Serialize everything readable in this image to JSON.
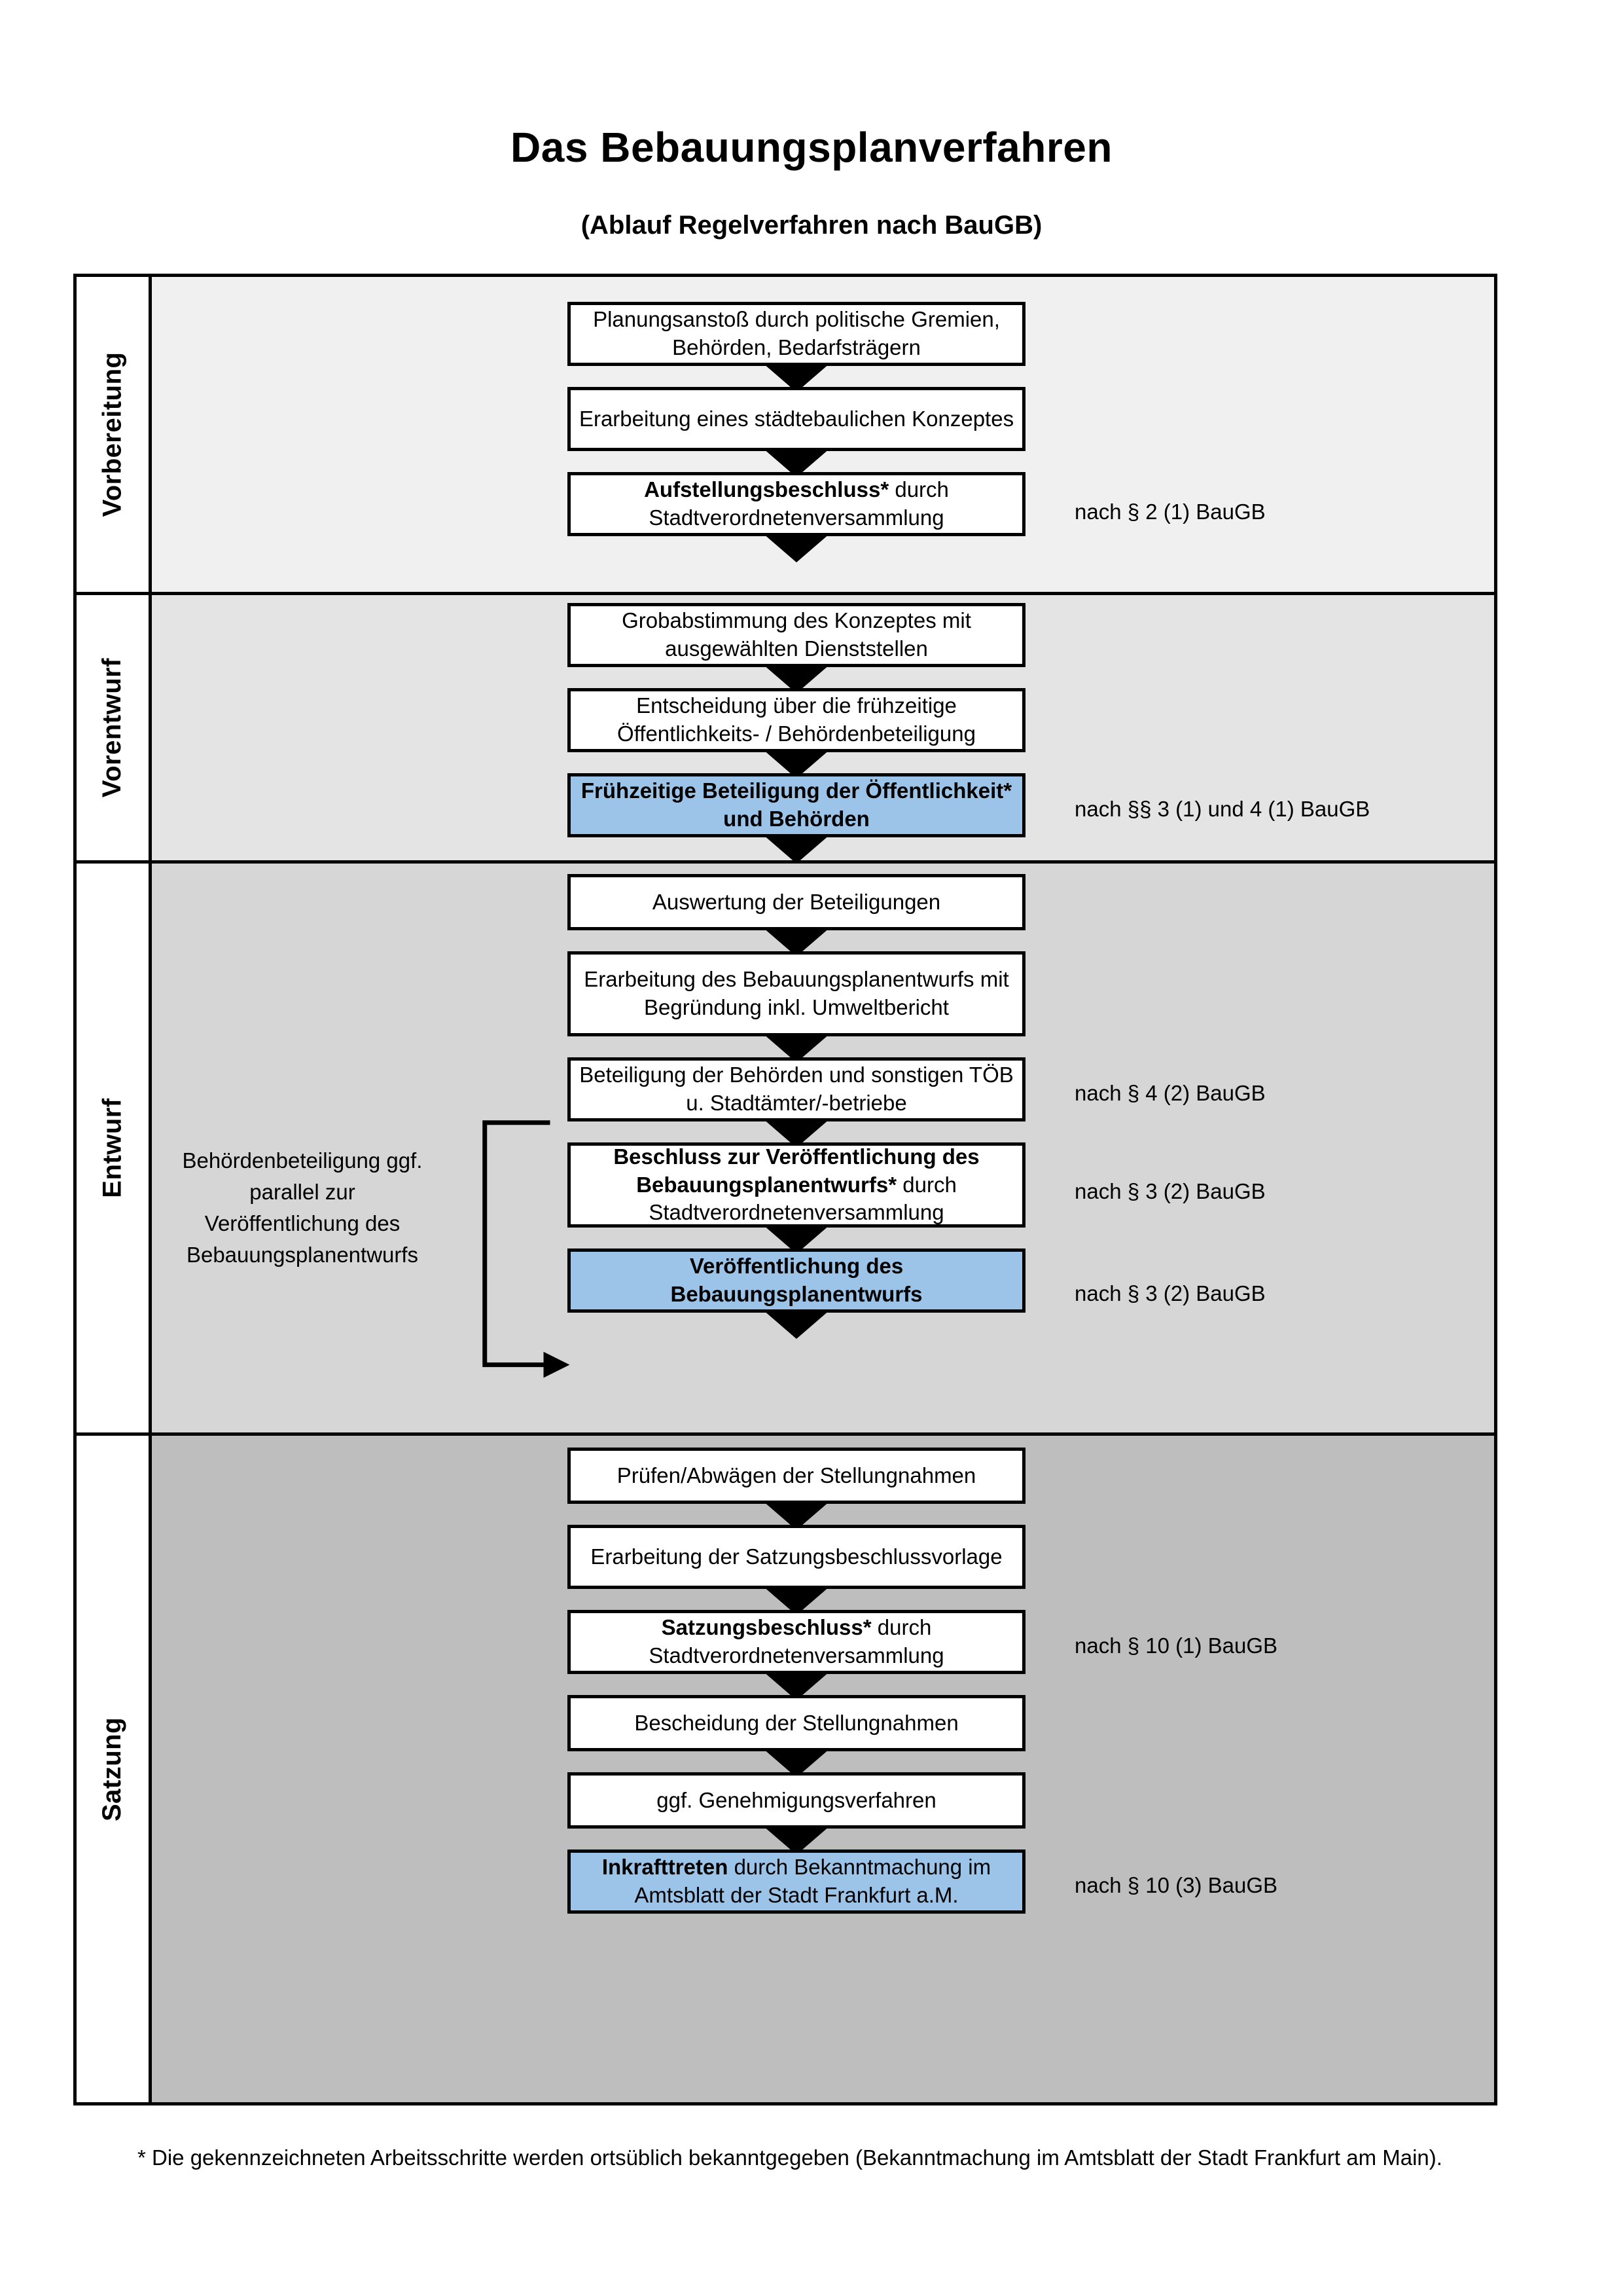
{
  "title": "Das Bebauungsplanverfahren",
  "subtitle": "(Ablauf Regelverfahren nach BauGB)",
  "footnote": "* Die gekennzeichneten Arbeitsschritte werden ortsüblich bekanntgegeben (Bekanntmachung im Amtsblatt  der Stadt Frankfurt am Main).",
  "colors": {
    "highlight_blue": "#9CC3E8",
    "phase1_bg": "#F0F0F0",
    "phase2_bg": "#E4E4E4",
    "phase3_bg": "#D6D6D6",
    "phase4_bg": "#BEBEBE",
    "stroke": "#000000"
  },
  "side_annotation": "Behördenbeteiligung ggf. parallel zur Veröffentlichung des Bebauungsplanentwurfs",
  "phases": [
    {
      "label": "Vorbereitung",
      "steps": [
        {
          "text": "Planungsanstoß durch politische Gremien, Behörden, Bedarfsträgern",
          "bold_prefix": "",
          "highlight": false
        },
        {
          "text": "Erarbeitung eines städtebaulichen Konzeptes",
          "bold_prefix": "",
          "highlight": false
        },
        {
          "text": "Stadtverordnetenversammlung",
          "bold_prefix": "Aufstellungsbeschluss*",
          "mid": " durch ",
          "highlight": false
        }
      ],
      "notes": [
        "nach § 2 (1) BauGB"
      ]
    },
    {
      "label": "Vorentwurf",
      "steps": [
        {
          "text": "Grobabstimmung des Konzeptes mit ausgewählten Dienststellen",
          "bold_prefix": "",
          "highlight": false
        },
        {
          "text": "Entscheidung über die frühzeitige Öffentlichkeits- / Behördenbeteiligung",
          "bold_prefix": "",
          "highlight": false
        },
        {
          "text": "Frühzeitige Beteiligung der Öffentlichkeit* und Behörden",
          "bold_prefix": "",
          "highlight": true,
          "all_bold": true
        }
      ],
      "notes": [
        "nach §§ 3 (1) und 4 (1) BauGB"
      ]
    },
    {
      "label": "Entwurf",
      "steps": [
        {
          "text": "Auswertung der Beteiligungen",
          "bold_prefix": "",
          "highlight": false
        },
        {
          "text": "Erarbeitung des Bebauungsplanentwurfs mit Begründung inkl. Umweltbericht",
          "bold_prefix": "",
          "highlight": false
        },
        {
          "text": "Beteiligung der Behörden und sonstigen TÖB u. Stadtämter/-betriebe",
          "bold_prefix": "",
          "highlight": false
        },
        {
          "text": "Stadtverordnetenversammlung",
          "bold_prefix": "Beschluss zur Veröffentlichung des Bebauungsplanentwurfs*",
          "mid": " durch ",
          "highlight": false
        },
        {
          "text": "Veröffentlichung des Bebauungsplanentwurfs",
          "bold_prefix": "",
          "highlight": true,
          "all_bold": true
        }
      ],
      "notes": [
        "nach § 4 (2) BauGB",
        "nach § 3 (2) BauGB",
        "nach § 3 (2) BauGB"
      ]
    },
    {
      "label": "Satzung",
      "steps": [
        {
          "text": "Prüfen/Abwägen der Stellungnahmen",
          "bold_prefix": "",
          "highlight": false
        },
        {
          "text": "Erarbeitung der Satzungsbeschlussvorlage",
          "bold_prefix": "",
          "highlight": false
        },
        {
          "text": "Stadtverordnetenversammlung",
          "bold_prefix": "Satzungsbeschluss*",
          "mid": " durch ",
          "highlight": false
        },
        {
          "text": "Bescheidung der Stellungnahmen",
          "bold_prefix": "",
          "highlight": false
        },
        {
          "text": "ggf. Genehmigungsverfahren",
          "bold_prefix": "",
          "highlight": false
        },
        {
          "text": "durch Bekanntmachung im Amtsblatt der Stadt Frankfurt a.M.",
          "bold_prefix": "Inkrafttreten",
          "mid": " ",
          "highlight": true
        }
      ],
      "notes": [
        "nach § 10 (1) BauGB",
        "nach § 10 (3) BauGB"
      ]
    }
  ]
}
